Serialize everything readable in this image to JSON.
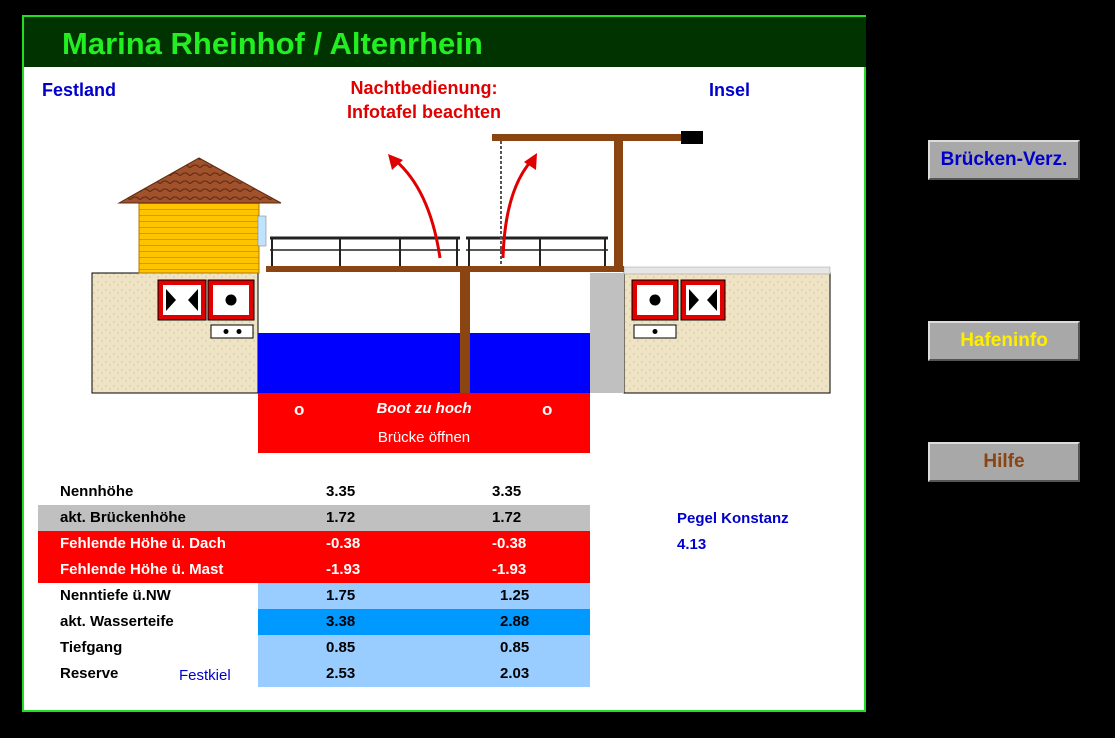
{
  "app": {
    "title": "Marina Rheinhof / Altenrhein"
  },
  "sides": {
    "left": "Festland",
    "right": "Insel"
  },
  "notice": {
    "line1": "Nachtbedienung:",
    "line2": "Infotafel beachten"
  },
  "status": {
    "marker_left": "o",
    "text": "Boot zu hoch",
    "marker_right": "o",
    "action": "Brücke öffnen"
  },
  "table": [
    {
      "label": "Nennhöhe",
      "v1": "3.35",
      "v2": "3.35"
    },
    {
      "label": "akt. Brückenhöhe",
      "v1": "1.72",
      "v2": "1.72"
    },
    {
      "label": "Fehlende Höhe ü. Dach",
      "v1": "-0.38",
      "v2": "-0.38"
    },
    {
      "label": "Fehlende Höhe ü. Mast",
      "v1": "-1.93",
      "v2": "-1.93"
    },
    {
      "label": "Nenntiefe ü.NW",
      "v1": "1.75",
      "v2": "1.25"
    },
    {
      "label": "akt. Wasserteife",
      "v1": "3.38",
      "v2": "2.88"
    },
    {
      "label": "Tiefgang",
      "v1": "0.85",
      "v2": "0.85"
    },
    {
      "label": "Reserve",
      "note": "Festkiel",
      "v1": "2.53",
      "v2": "2.03"
    }
  ],
  "pegel": {
    "label": "Pegel Konstanz",
    "value": "4.13"
  },
  "buttons": {
    "bruecken": "Brücken-Verz.",
    "hafen": "Hafeninfo",
    "hilfe": "Hilfe"
  },
  "colors": {
    "title_bg": "#003300",
    "title_fg": "#22ee22",
    "water": "#0000ff",
    "alert": "#ff0000",
    "light_blue": "#99ccff",
    "mid_blue": "#0099ff",
    "gray_row": "#c0c0c0",
    "blue_text": "#0000cc"
  },
  "icons": [
    "house-icon",
    "bridge-icon",
    "arrow-up-icon",
    "signal-sign-icon"
  ]
}
